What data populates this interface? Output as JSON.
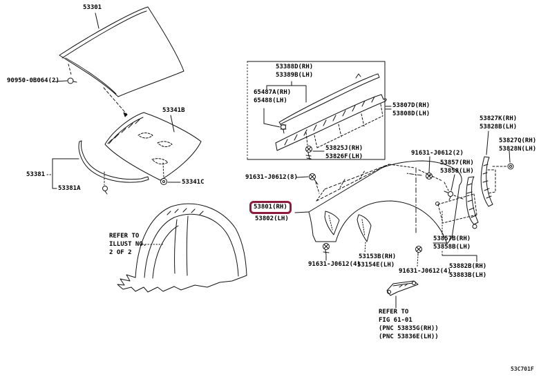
{
  "diagram": {
    "footer_code": "53C701F",
    "highlight_color": "#8e1b3c",
    "selected_part": "53801(RH)",
    "labels": {
      "l53301": "53301",
      "l90950": "90950-0B064(2)",
      "l53341B": "53341B",
      "l53381": "53381",
      "l53381A": "53381A",
      "l53341C": "53341C",
      "l53388D": "53388D(RH)",
      "l53389B": "53389B(LH)",
      "l65487A": "65487A(RH)",
      "l65488": "65488(LH)",
      "l53825J": "53825J(RH)",
      "l53826F": "53826F(LH)",
      "l53807D": "53807D(RH)",
      "l53808D": "53808D(LH)",
      "l53827K": "53827K(RH)",
      "l53828B": "53828B(LH)",
      "l53827Q": "53827Q(RH)",
      "l53828N": "53828N(LH)",
      "l91631_2": "91631-J0612(2)",
      "l53857": "53857(RH)",
      "l53858": "53858(LH)",
      "l91631_8": "91631-J0612(8)",
      "l53801": "53801(RH)",
      "l53802": "53802(LH)",
      "l91631_4a": "91631-J0612(4)",
      "l53153B": "53153B(RH)",
      "l53154E": "53154E(LH)",
      "l91631_4b": "91631-J0612(4)",
      "l53857B": "53857B(RH)",
      "l53858B": "53858B(LH)",
      "l53882B": "53882B(RH)",
      "l53883B": "53883B(LH)"
    },
    "notes": {
      "illust_line1": "REFER TO",
      "illust_line2": "ILLUST NO.",
      "illust_line3": "2 OF 2",
      "fig_line1": "REFER TO",
      "fig_line2": "FIG 61-01",
      "fig_line3": "(PNC 53835G(RH))",
      "fig_line4": "(PNC 53836E(LH))"
    }
  }
}
